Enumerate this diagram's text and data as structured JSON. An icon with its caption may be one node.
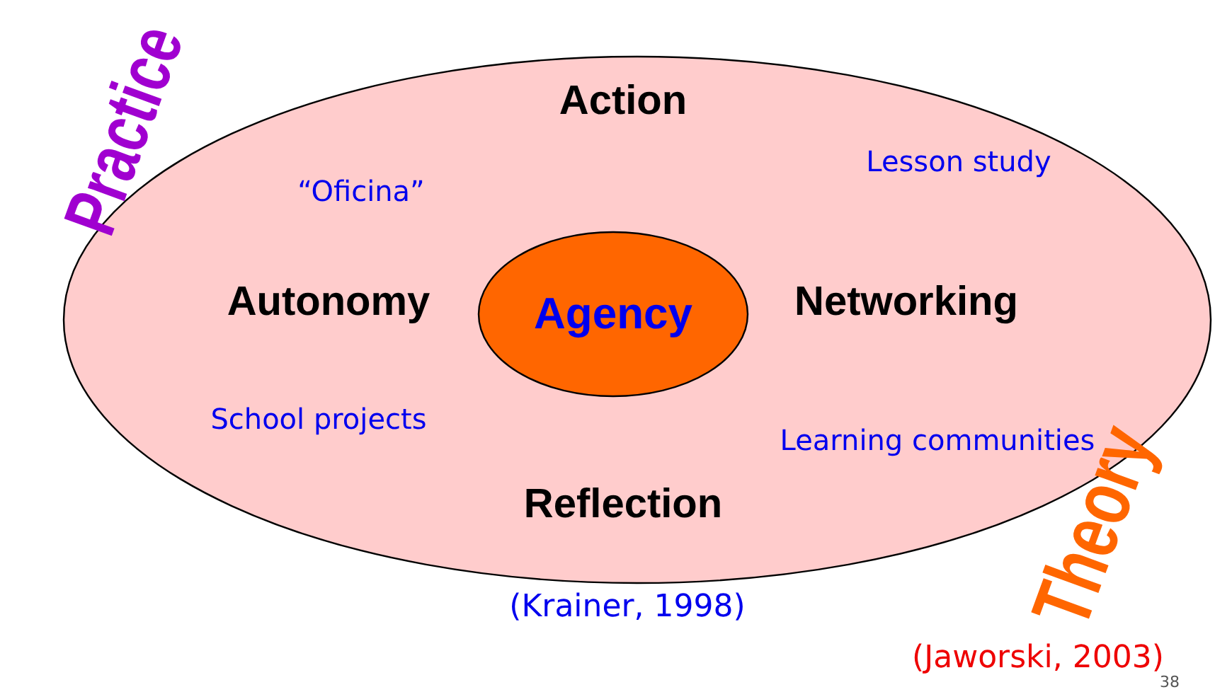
{
  "diagram": {
    "nodes": [
      {
        "text": [
          "Action",
          "“Oficina”",
          "Lesson study",
          "Autonomy",
          "Networking",
          "School projects",
          "Learning communities",
          "Reflection"
        ]
      },
      {
        "text": [
          "Agency"
        ],
        "in": 0
      }
    ],
    "labels": [
      "Practice",
      "Theory",
      "(Krainer, 1998)",
      "(Jaworski, 2003)",
      "38"
    ]
  }
}
